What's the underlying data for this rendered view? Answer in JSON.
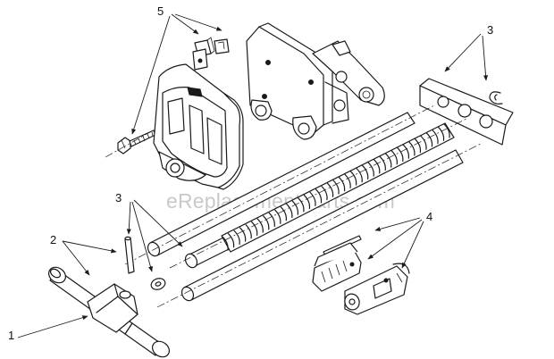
{
  "watermark": "eReplacementParts.com",
  "callouts": {
    "label_1": "1",
    "label_2": "2",
    "label_3_top": "3",
    "label_3_mid": "3",
    "label_4": "4",
    "label_5": "5"
  }
}
